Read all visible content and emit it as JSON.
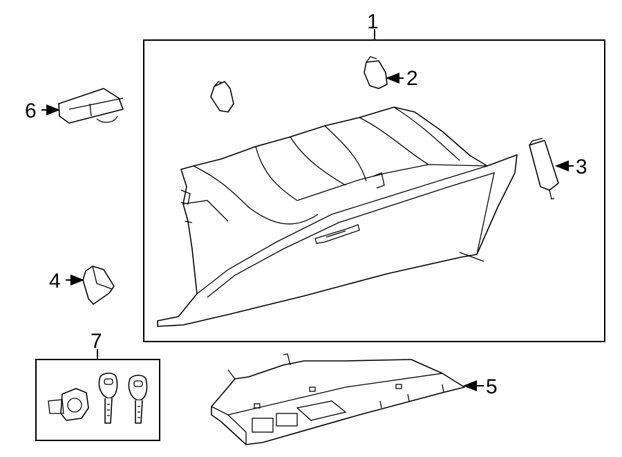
{
  "diagram": {
    "callouts": {
      "c1": "1",
      "c2": "2",
      "c3": "3",
      "c4": "4",
      "c5": "5",
      "c6": "6",
      "c7": "7"
    }
  }
}
